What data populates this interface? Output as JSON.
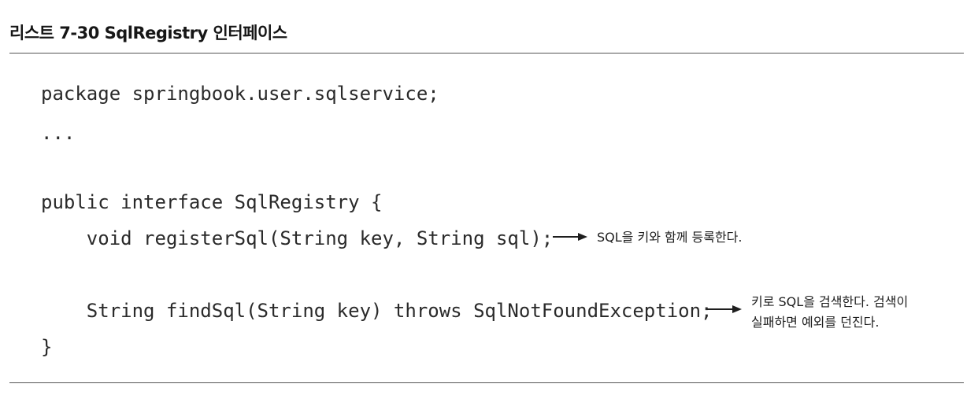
{
  "listing": {
    "title": "리스트 7-30 SqlRegistry 인터페이스"
  },
  "code": {
    "package_line": "package springbook.user.sqlservice;",
    "ellipsis_line": "...",
    "interface_decl": "public interface SqlRegistry {",
    "register_method": "    void registerSql(String key, String sql);",
    "find_method": "    String findSql(String key) throws SqlNotFoundException;",
    "closing_brace": "}"
  },
  "annotations": {
    "register_note": "SQL을 키와 함께 등록한다.",
    "find_note_line1": "키로 SQL을 검색한다. 검색이",
    "find_note_line2": "실패하면 예외를 던진다."
  }
}
